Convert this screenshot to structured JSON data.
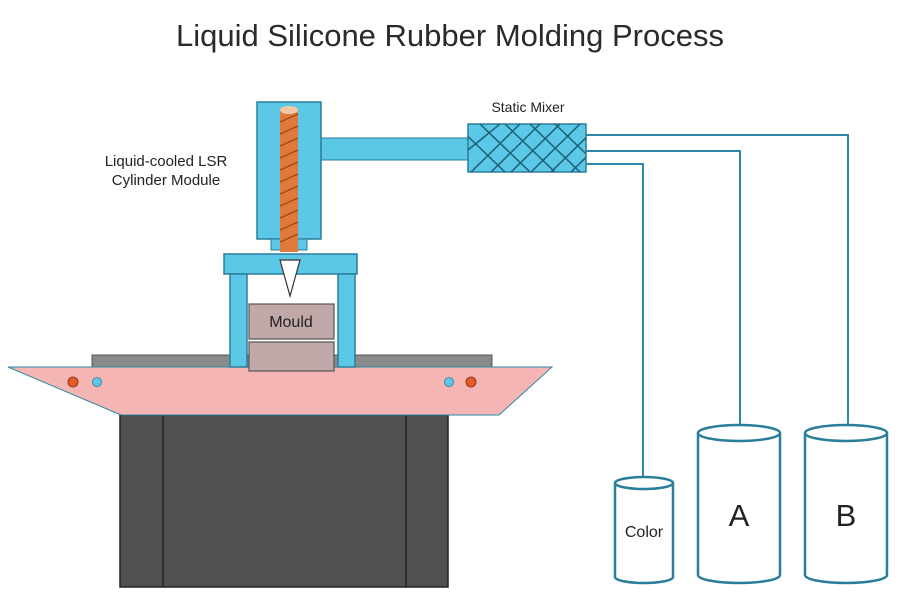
{
  "title": "Liquid Silicone Rubber Molding Process",
  "labels": {
    "cylinder_line1": "Liquid-cooled LSR",
    "cylinder_line2": "Cylinder Module",
    "static_mixer": "Static Mixer",
    "mould": "Mould",
    "container_color": "Color",
    "container_a": "A",
    "container_b": "B"
  },
  "colors": {
    "cyan": "#5ac8e6",
    "outline": "#2a7e9a",
    "screw": "#e07a3c",
    "mould": "#c2a9a9",
    "table": "#f6b5b5",
    "base": "#505050"
  }
}
